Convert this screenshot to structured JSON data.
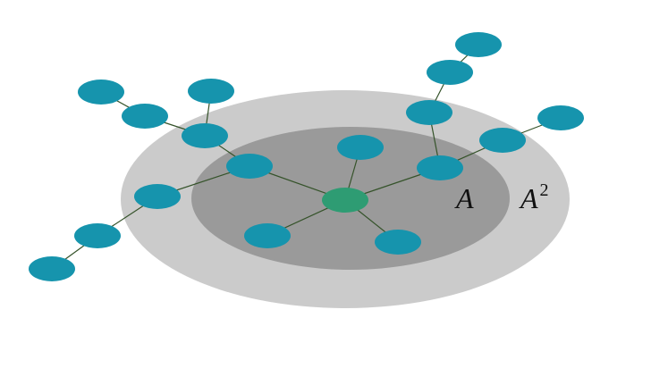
{
  "labels": {
    "inner_region": "A",
    "outer_region_base": "A",
    "outer_region_exponent": "2"
  },
  "colors": {
    "background": "#ffffff",
    "outer_region": "#cbcbcb",
    "inner_region": "#9a9a9a",
    "node": "#1694ad",
    "center_node": "#2e9c73",
    "edge": "#35532a",
    "label": "#111111"
  }
}
